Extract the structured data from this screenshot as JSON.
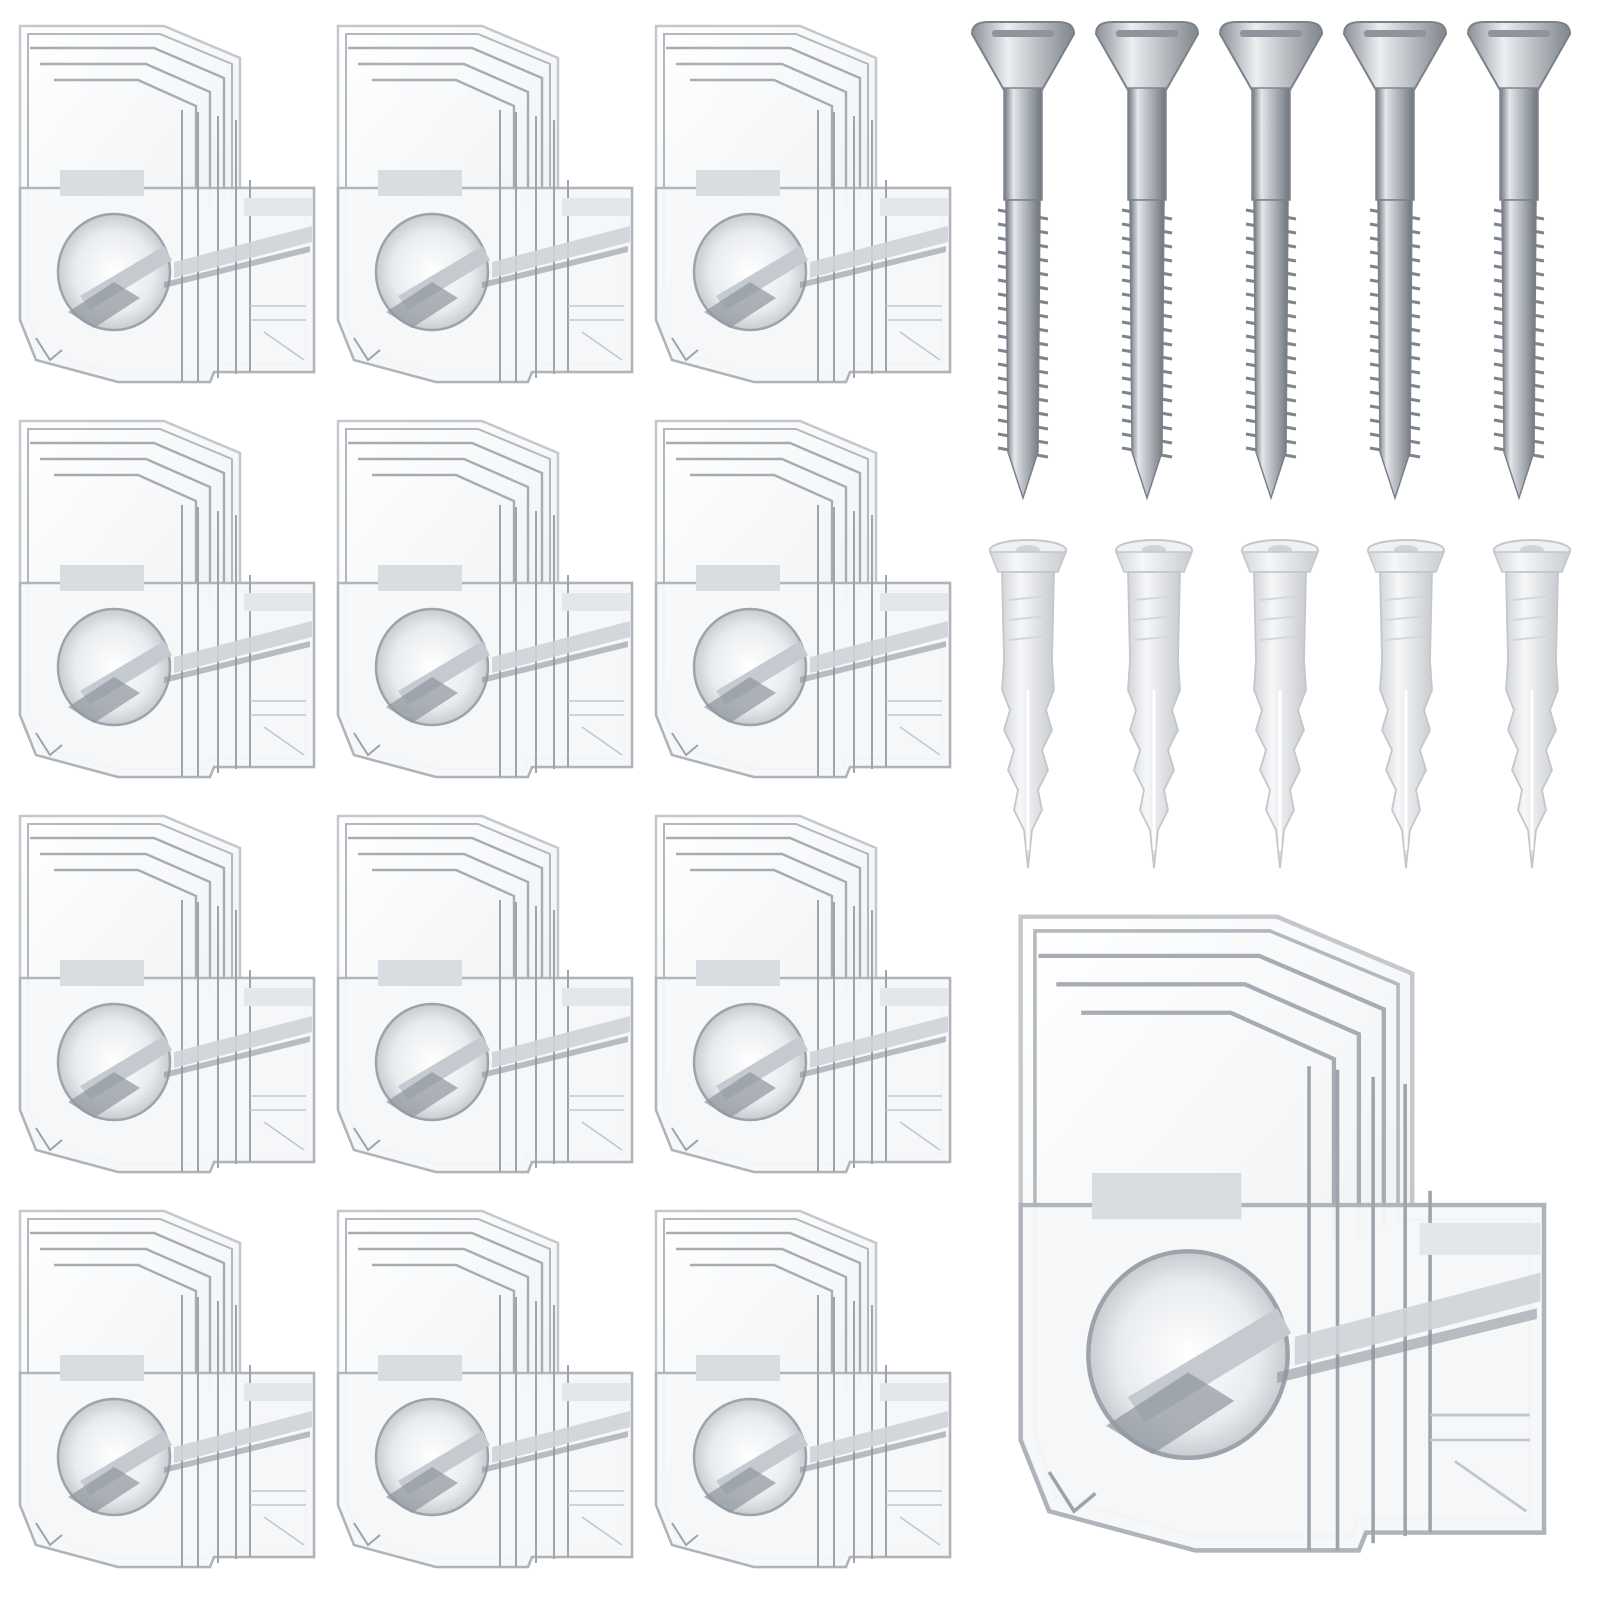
{
  "colors": {
    "background": "#ffffff",
    "clip_edge": "#b9bdc2",
    "clip_edge_dark": "#8a8f96",
    "clip_fill": "#f4f6f8",
    "clip_hole": "#dfe3e7",
    "clip_shine": "#c9cdd2",
    "screw_light": "#e3e6ea",
    "screw_mid": "#b4b9bf",
    "screw_dark": "#6f757c",
    "anchor_light": "#f6f7f8",
    "anchor_mid": "#e2e4e7",
    "anchor_edge": "#c3c7cc"
  },
  "items": {
    "small_clip_grid": {
      "rows": 4,
      "columns": 3,
      "count": 12,
      "icon": "mirror-clip-icon"
    },
    "screws": {
      "count": 5,
      "icon": "countersunk-screw-icon"
    },
    "wall_anchors": {
      "count": 5,
      "icon": "plastic-wall-anchor-icon"
    },
    "large_clip": {
      "count": 1,
      "icon": "mirror-clip-closeup-icon"
    }
  }
}
